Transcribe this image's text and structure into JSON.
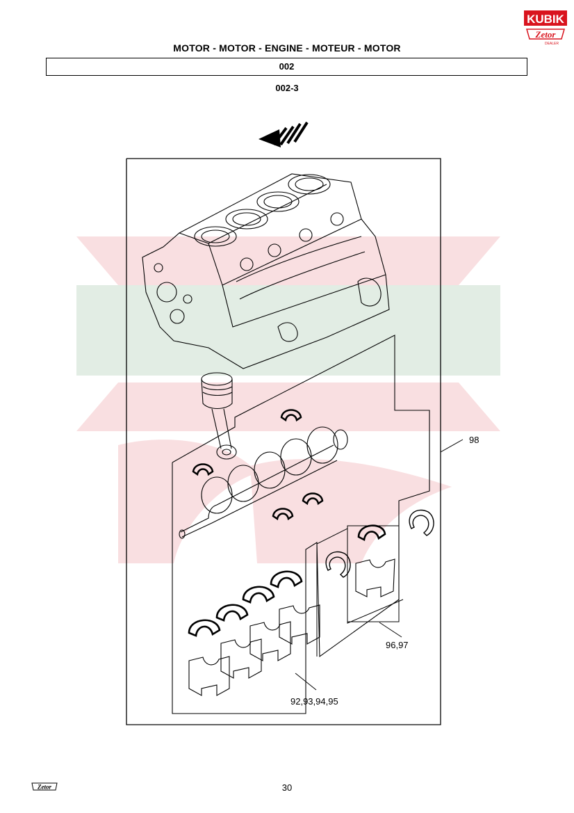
{
  "header": {
    "title": "MOTOR - MOTOR - ENGINE - MOTEUR - MOTOR",
    "section_code": "002",
    "subsection_code": "002-3"
  },
  "brand": {
    "logo_top": "KUBIK",
    "logo_bottom": "Zetor",
    "logo_dealer": "DEALER",
    "footer_logo": "Zetor",
    "accent_color": "#d9141e"
  },
  "callouts": {
    "assembly": "98",
    "thrust_set": "96,97",
    "bearing_set": "92,93,94,95"
  },
  "footer": {
    "page_number": "30"
  }
}
